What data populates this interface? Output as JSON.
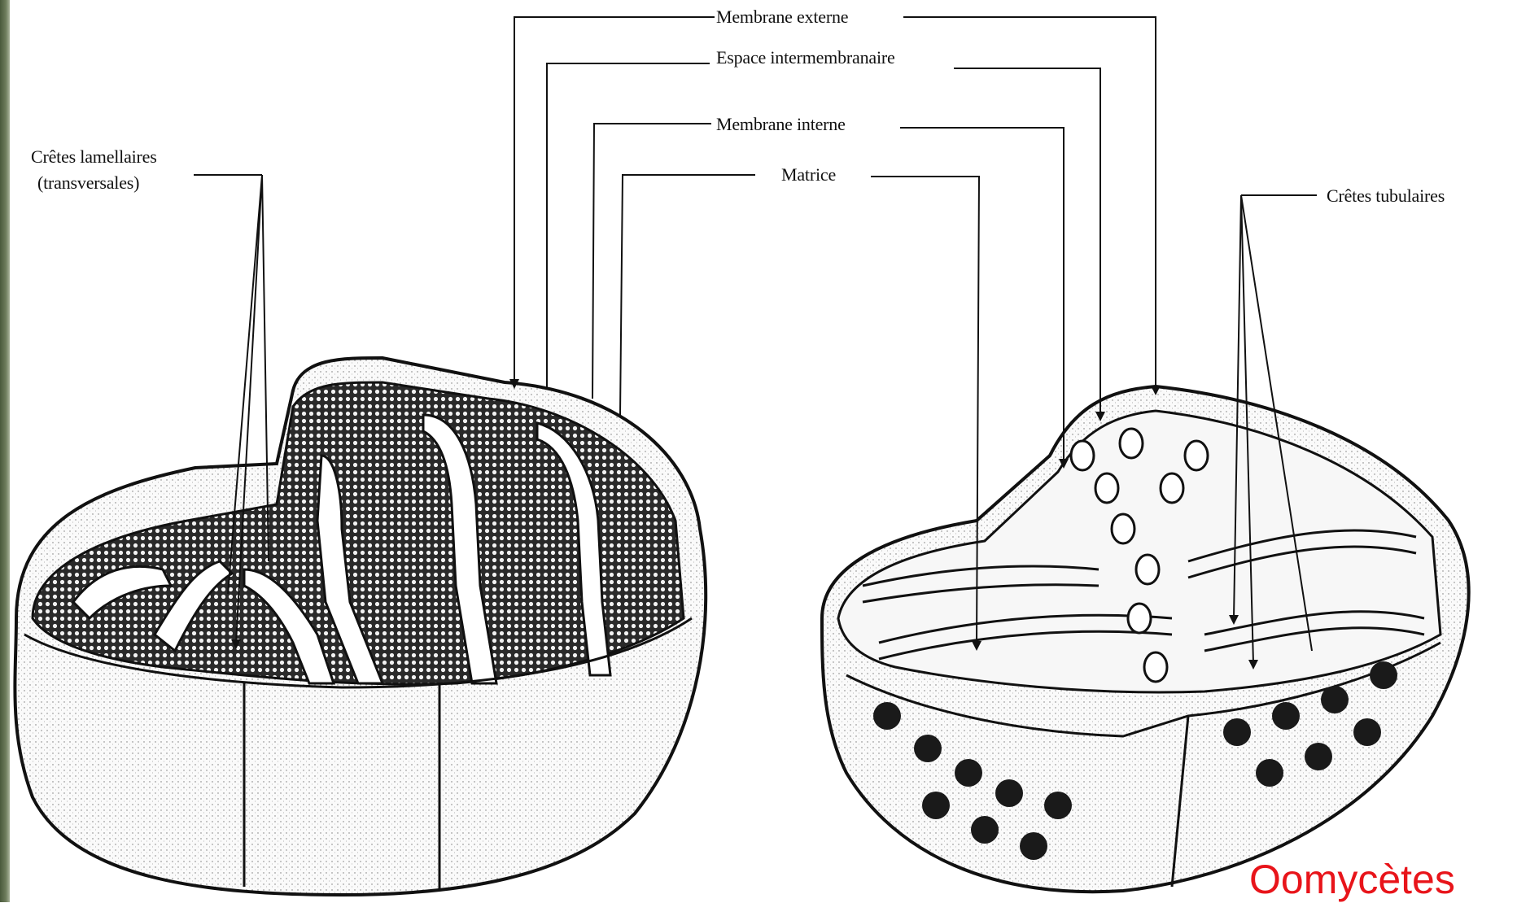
{
  "labels": {
    "cretes_lamellaires_line1": "Crêtes lamellaires",
    "cretes_lamellaires_line2": "(transversales)",
    "membrane_externe": "Membrane externe",
    "espace_intermembranaire": "Espace intermembranaire",
    "membrane_interne": "Membrane interne",
    "matrice": "Matrice",
    "cretes_tubulaires": "Crêtes tubulaires"
  },
  "captions": {
    "left": "",
    "right": "Oomycètes"
  },
  "colors": {
    "caption": "#e8141a",
    "ink": "#111111",
    "sidebar": "#5b6a4a"
  }
}
